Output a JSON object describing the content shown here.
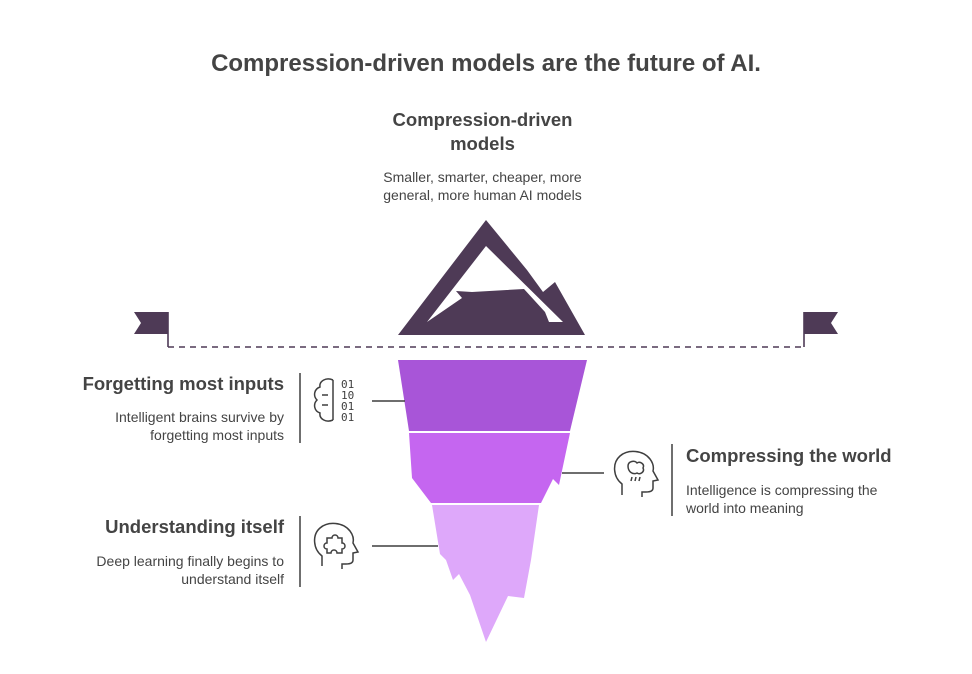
{
  "title": "Compression-driven models are the future of AI.",
  "peak": {
    "title": "Compression-driven models",
    "description": "Smaller, smarter, cheaper, more general, more human AI models"
  },
  "layers": [
    {
      "title": "Forgetting most inputs",
      "description": "Intelligent brains survive by forgetting most inputs",
      "icon": "binary-brain-icon",
      "color": "#a855d8"
    },
    {
      "title": "Compressing the world",
      "description": "Intelligence is compressing the world into meaning",
      "icon": "thinking-head-icon",
      "color": "#c566f0"
    },
    {
      "title": "Understanding itself",
      "description": "Deep learning finally begins to understand itself",
      "icon": "puzzle-head-icon",
      "color": "#dea8fa"
    }
  ],
  "colors": {
    "mountain": "#4e3a56",
    "waterline": "#4e3a56",
    "text": "#444444"
  },
  "icons": [
    "flag-icon",
    "binary-brain-icon",
    "thinking-head-icon",
    "puzzle-head-icon"
  ]
}
